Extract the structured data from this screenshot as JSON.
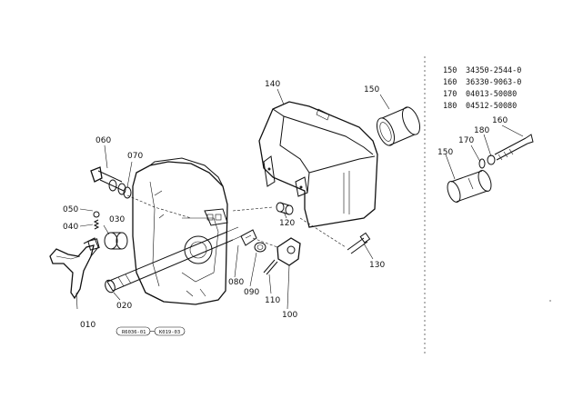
{
  "callouts": [
    {
      "id": "010",
      "label": "010"
    },
    {
      "id": "020",
      "label": "020"
    },
    {
      "id": "030",
      "label": "030"
    },
    {
      "id": "040",
      "label": "040"
    },
    {
      "id": "050",
      "label": "050"
    },
    {
      "id": "060",
      "label": "060"
    },
    {
      "id": "070",
      "label": "070"
    },
    {
      "id": "080",
      "label": "080"
    },
    {
      "id": "090",
      "label": "090"
    },
    {
      "id": "100",
      "label": "100"
    },
    {
      "id": "110",
      "label": "110"
    },
    {
      "id": "120",
      "label": "120"
    },
    {
      "id": "130",
      "label": "130"
    },
    {
      "id": "140",
      "label": "140"
    },
    {
      "id": "150",
      "label": "150"
    },
    {
      "id": "inset150",
      "label": "150"
    },
    {
      "id": "inset160",
      "label": "160"
    },
    {
      "id": "inset170",
      "label": "170"
    },
    {
      "id": "inset180",
      "label": "180"
    }
  ],
  "parts_table": [
    {
      "ref": "150",
      "part_no": "34350-2544-0"
    },
    {
      "ref": "160",
      "part_no": "36330-9063-0"
    },
    {
      "ref": "170",
      "part_no": "04013-50080"
    },
    {
      "ref": "180",
      "part_no": "04512-50080"
    }
  ],
  "figure_refs": [
    "R6036-01",
    "K019-03"
  ]
}
